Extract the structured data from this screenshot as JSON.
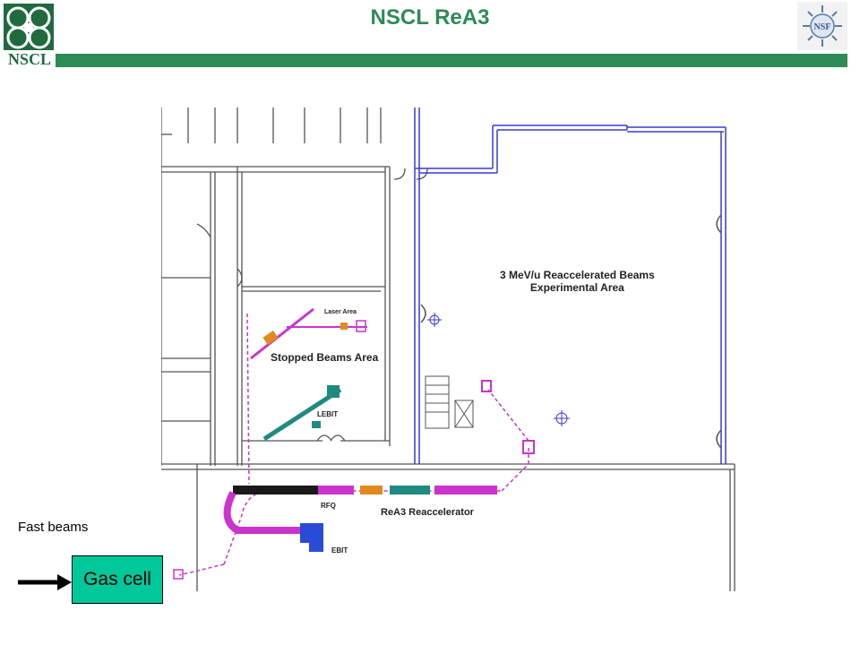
{
  "header": {
    "title": "NSCL ReA3",
    "logo_text": "NSCL",
    "nsf_text": "NSF",
    "accent_color": "#2e8b57"
  },
  "plan": {
    "labels": {
      "exp_area_line1": "3 MeV/u Reaccelerated Beams",
      "exp_area_line2": "Experimental Area",
      "laser_area": "Laser Area",
      "stopped_beams": "Stopped Beams Area",
      "lebit": "LEBIT",
      "rfq": "RFQ",
      "reaccelerator": "ReA3 Reaccelerator",
      "ebit": "EBIT"
    },
    "colors": {
      "walls": "#555555",
      "exp_area_walls": "#3a3ad0",
      "beamline_magenta": "#cc33cc",
      "beamline_orange": "#e08a1e",
      "beamline_teal": "#1f8a80",
      "beamline_blue": "#2a4ad8"
    }
  },
  "callout": {
    "fast_beams": "Fast beams",
    "gas_cell": "Gas cell",
    "gas_cell_color": "#00c89a"
  }
}
